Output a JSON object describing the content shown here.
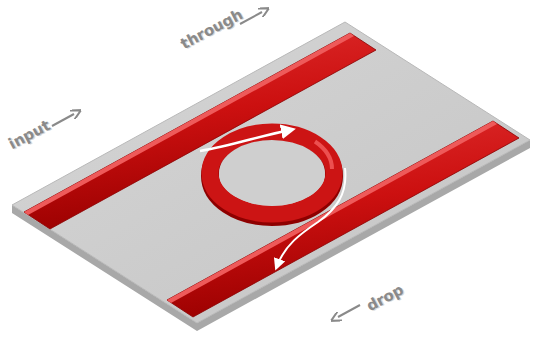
{
  "diagram": {
    "labels": [
      "through",
      "input",
      "drop"
    ]
  }
}
